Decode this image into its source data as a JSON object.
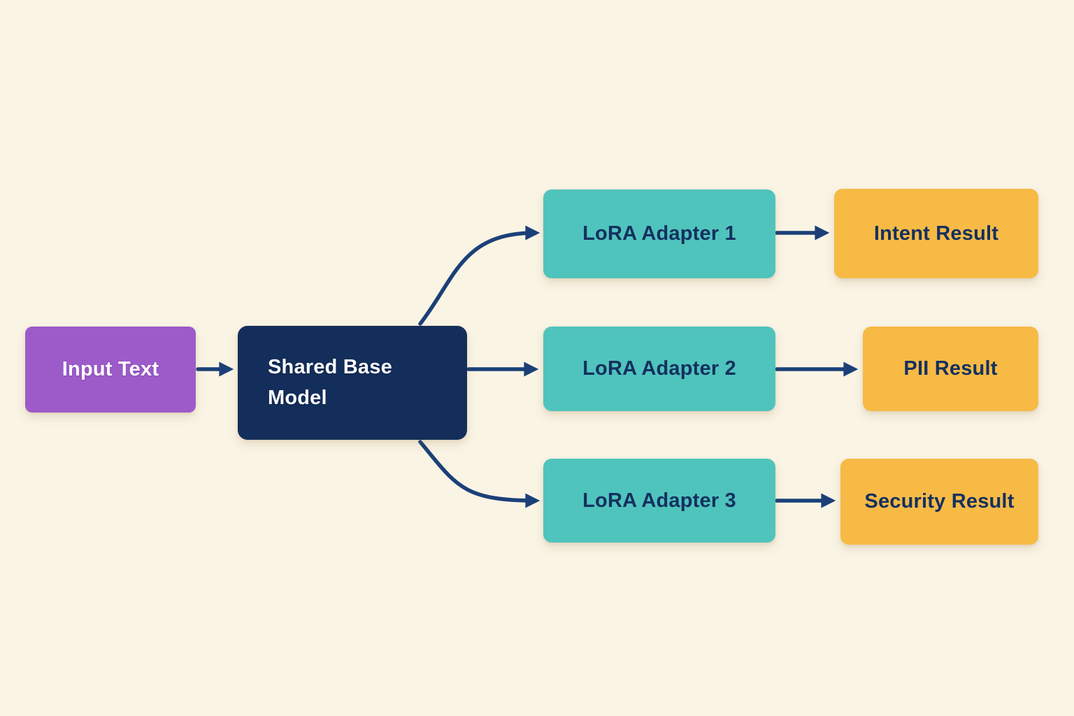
{
  "diagram": {
    "type": "flowchart",
    "colors": {
      "background": "#FAF4E5",
      "arrow": "#1B4078",
      "purple_node": "#9C5BC9",
      "navy_node": "#132E5A",
      "teal_node": "#4FC4BC",
      "yellow_node": "#F6BA45",
      "dark_text": "#14305F",
      "light_text": "#FFFFFF"
    },
    "nodes": {
      "input": {
        "label": "Input Text",
        "fill": "#9C5BC9",
        "text": "#FFFFFF"
      },
      "base": {
        "label": "Shared Base Model",
        "fill": "#132E5A",
        "text": "#FFFFFF"
      },
      "adapter1": {
        "label": "LoRA Adapter 1",
        "fill": "#4FC4BC",
        "text": "#14305F"
      },
      "adapter2": {
        "label": "LoRA Adapter 2",
        "fill": "#4FC4BC",
        "text": "#14305F"
      },
      "adapter3": {
        "label": "LoRA Adapter 3",
        "fill": "#4FC4BC",
        "text": "#14305F"
      },
      "result1": {
        "label": "Intent Result",
        "fill": "#F6BA45",
        "text": "#14305F"
      },
      "result2": {
        "label": "PII Result",
        "fill": "#F6BA45",
        "text": "#14305F"
      },
      "result3": {
        "label": "Security Result",
        "fill": "#F6BA45",
        "text": "#14305F"
      }
    },
    "edges": [
      {
        "from": "input",
        "to": "base"
      },
      {
        "from": "base",
        "to": "adapter1"
      },
      {
        "from": "base",
        "to": "adapter2"
      },
      {
        "from": "base",
        "to": "adapter3"
      },
      {
        "from": "adapter1",
        "to": "result1"
      },
      {
        "from": "adapter2",
        "to": "result2"
      },
      {
        "from": "adapter3",
        "to": "result3"
      }
    ]
  }
}
